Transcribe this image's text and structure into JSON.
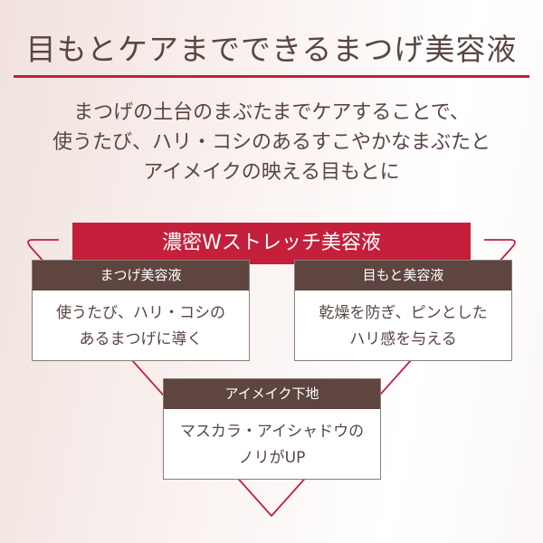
{
  "title": "目もとケアまでできるまつげ美容液",
  "lead": [
    "まつげの土台のまぶたまでケアすることで、",
    "使うたび、ハリ・コシのあるすこやかなまぶたと",
    "アイメイクの映える目もとに"
  ],
  "banner": "濃密Wストレッチ美容液",
  "colors": {
    "accent": "#c41f3b",
    "header": "#5e4540",
    "text": "#5a4542"
  },
  "boxes": [
    {
      "heading": "まつげ美容液",
      "lines": [
        "使うたび、ハリ・コシの",
        "あるまつげに導く"
      ]
    },
    {
      "heading": "目もと美容液",
      "lines": [
        "乾燥を防ぎ、ピンとした",
        "ハリ感を与える"
      ]
    },
    {
      "heading": "アイメイク下地",
      "lines": [
        "マスカラ・アイシャドウの",
        "ノリがUP"
      ]
    }
  ]
}
